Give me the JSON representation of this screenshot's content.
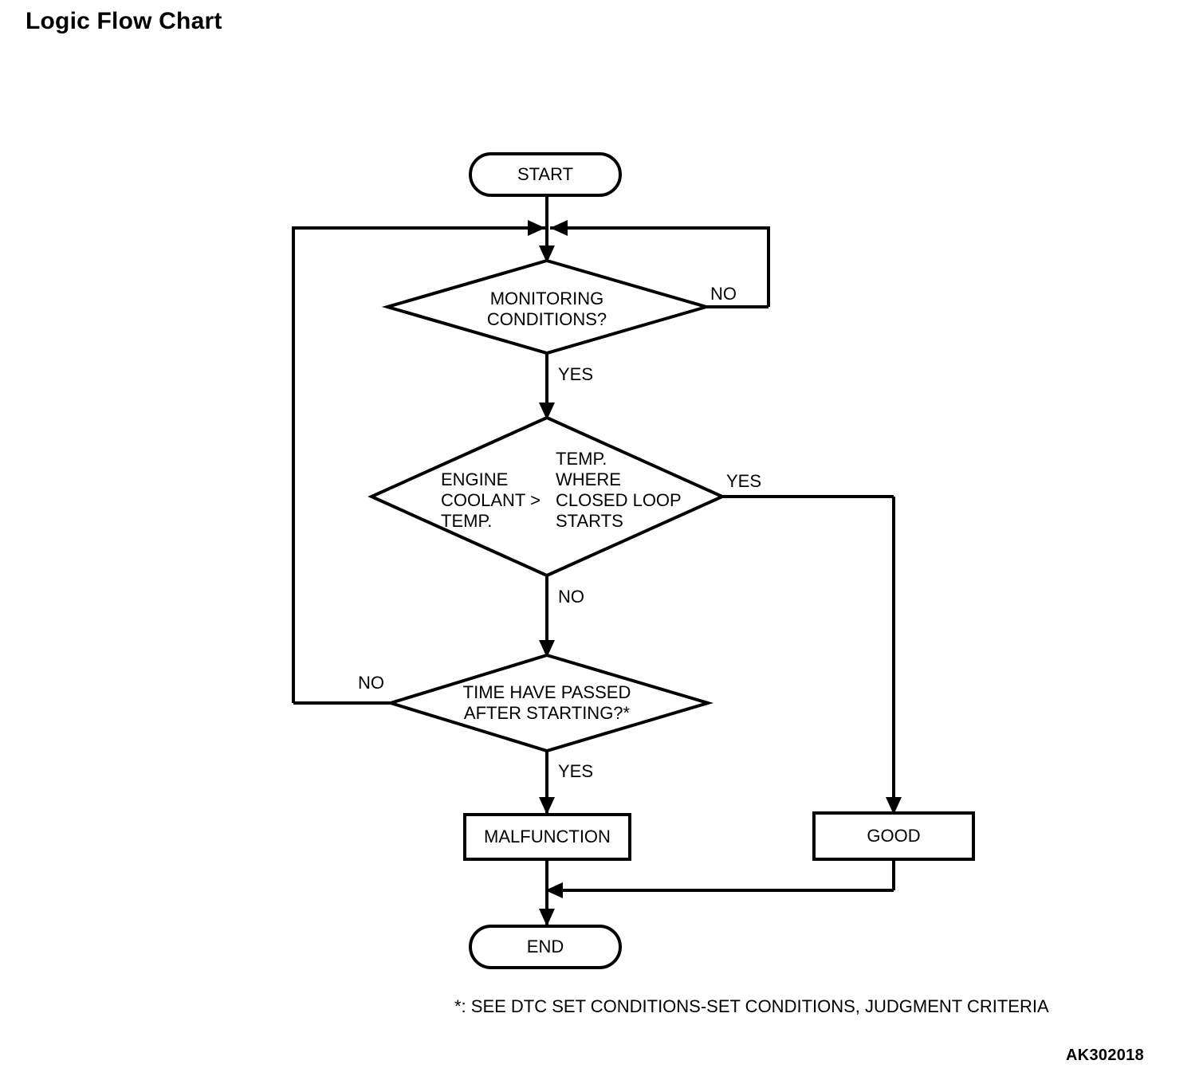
{
  "page": {
    "title": "Logic Flow Chart",
    "figure_code": "AK302018",
    "footnote": "*: SEE DTC SET CONDITIONS-SET CONDITIONS, JUDGMENT CRITERIA",
    "ink_color": "#000000",
    "background_color": "#ffffff"
  },
  "chart_data": {
    "type": "diagram",
    "title": "Logic Flow Chart",
    "diagram_kind": "flowchart",
    "orientation": "top-to-bottom",
    "nodes": [
      {
        "id": "start",
        "shape": "terminator",
        "label": "START"
      },
      {
        "id": "monitoring",
        "shape": "decision",
        "label": "MONITORING\nCONDITIONS?"
      },
      {
        "id": "coolant",
        "shape": "decision",
        "label_left": "ENGINE\nCOOLANT >\nTEMP.",
        "label_right": "TEMP.\nWHERE\nCLOSED LOOP\nSTARTS"
      },
      {
        "id": "time",
        "shape": "decision",
        "label": "TIME HAVE PASSED\nAFTER STARTING?*"
      },
      {
        "id": "malfunction",
        "shape": "process",
        "label": "MALFUNCTION"
      },
      {
        "id": "good",
        "shape": "process",
        "label": "GOOD"
      },
      {
        "id": "end",
        "shape": "terminator",
        "label": "END"
      }
    ],
    "edges": [
      {
        "from": "start",
        "to": "monitoring",
        "label": ""
      },
      {
        "from": "monitoring",
        "to": "monitoring",
        "label": "NO",
        "route": "right-loop-back-to-entry"
      },
      {
        "from": "monitoring",
        "to": "coolant",
        "label": "YES"
      },
      {
        "from": "coolant",
        "to": "good",
        "label": "YES",
        "route": "right-then-down"
      },
      {
        "from": "coolant",
        "to": "time",
        "label": "NO"
      },
      {
        "from": "time",
        "to": "monitoring",
        "label": "NO",
        "route": "left-loop-back-to-entry"
      },
      {
        "from": "time",
        "to": "malfunction",
        "label": "YES"
      },
      {
        "from": "malfunction",
        "to": "end",
        "label": ""
      },
      {
        "from": "good",
        "to": "end",
        "label": "",
        "route": "down-then-left-merge"
      }
    ]
  },
  "nodes": {
    "start": {
      "label": "START"
    },
    "monitoring": {
      "line1": "MONITORING",
      "line2": "CONDITIONS?"
    },
    "coolant": {
      "left_line1": "ENGINE",
      "left_line2": "COOLANT >",
      "left_line3": "TEMP.",
      "right_line1": "TEMP.",
      "right_line2": "WHERE",
      "right_line3": "CLOSED LOOP",
      "right_line4": "STARTS"
    },
    "time": {
      "line1": "TIME HAVE PASSED",
      "line2": "AFTER STARTING?*"
    },
    "malfunction": {
      "label": "MALFUNCTION"
    },
    "good": {
      "label": "GOOD"
    },
    "end": {
      "label": "END"
    }
  },
  "edge_labels": {
    "monitoring_no": "NO",
    "monitoring_yes": "YES",
    "coolant_yes": "YES",
    "coolant_no": "NO",
    "time_no": "NO",
    "time_yes": "YES"
  }
}
